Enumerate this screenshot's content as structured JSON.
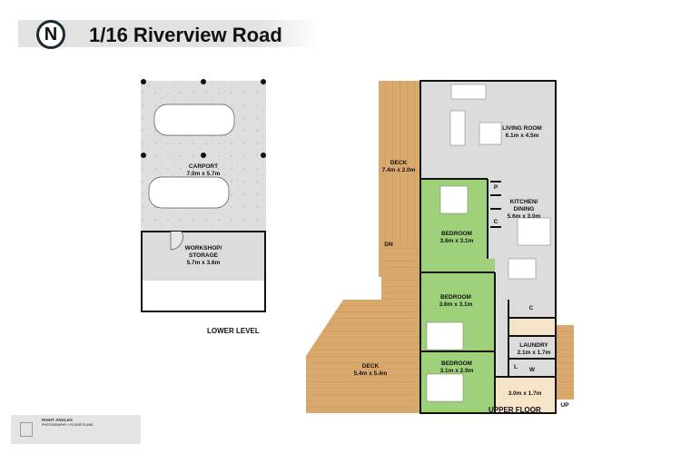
{
  "header": {
    "title": "1/16 Riverview Road",
    "compass_letter": "N"
  },
  "lower_level": {
    "label": "LOWER LEVEL",
    "rooms": [
      {
        "name": "CARPORT",
        "size": "7.0m x 5.7m"
      },
      {
        "name": "WORKSHOP/\nSTORAGE",
        "name_line1": "WORKSHOP/",
        "name_line2": "STORAGE",
        "size": "5.7m x 3.6m"
      }
    ]
  },
  "upper_floor": {
    "label": "UPPER FLOOR",
    "rooms": {
      "living": {
        "name": "LIVING ROOM",
        "size": "6.1m x 4.5m"
      },
      "kitchen": {
        "name_line1": "KITCHEN/",
        "name_line2": "DINING",
        "size": "5.6m x 3.0m"
      },
      "deck_top": {
        "name": "DECK",
        "size": "7.4m x 2.0m"
      },
      "bedroom1": {
        "name": "BEDROOM",
        "size": "3.6m x 3.1m"
      },
      "bedroom2": {
        "name": "BEDROOM",
        "size": "3.6m x 3.1m"
      },
      "bedroom3": {
        "name": "BEDROOM",
        "size": "3.1m x 2.9m"
      },
      "deck_big": {
        "name": "DECK",
        "size": "5.4m x 5.4m"
      },
      "laundry": {
        "name": "LAUNDRY",
        "size": "2.1m x 1.7m"
      },
      "bathroom": {
        "size": "3.0m x 1.7m"
      }
    },
    "markers": {
      "pantry": "P",
      "cupboard1": "C",
      "cupboard2": "C",
      "linen": "L",
      "washer": "W",
      "down": "DN",
      "up": "UP"
    }
  },
  "branding": {
    "company": "RIGHT ANGLES",
    "tagline": "PHOTOGRAPHY + FLOOR PLANS"
  },
  "colors": {
    "deck": "#d9a86c",
    "living": "#dcdcdc",
    "bedroom": "#9fd07a",
    "bathroom": "#f6e4c8",
    "wall": "#111111"
  }
}
